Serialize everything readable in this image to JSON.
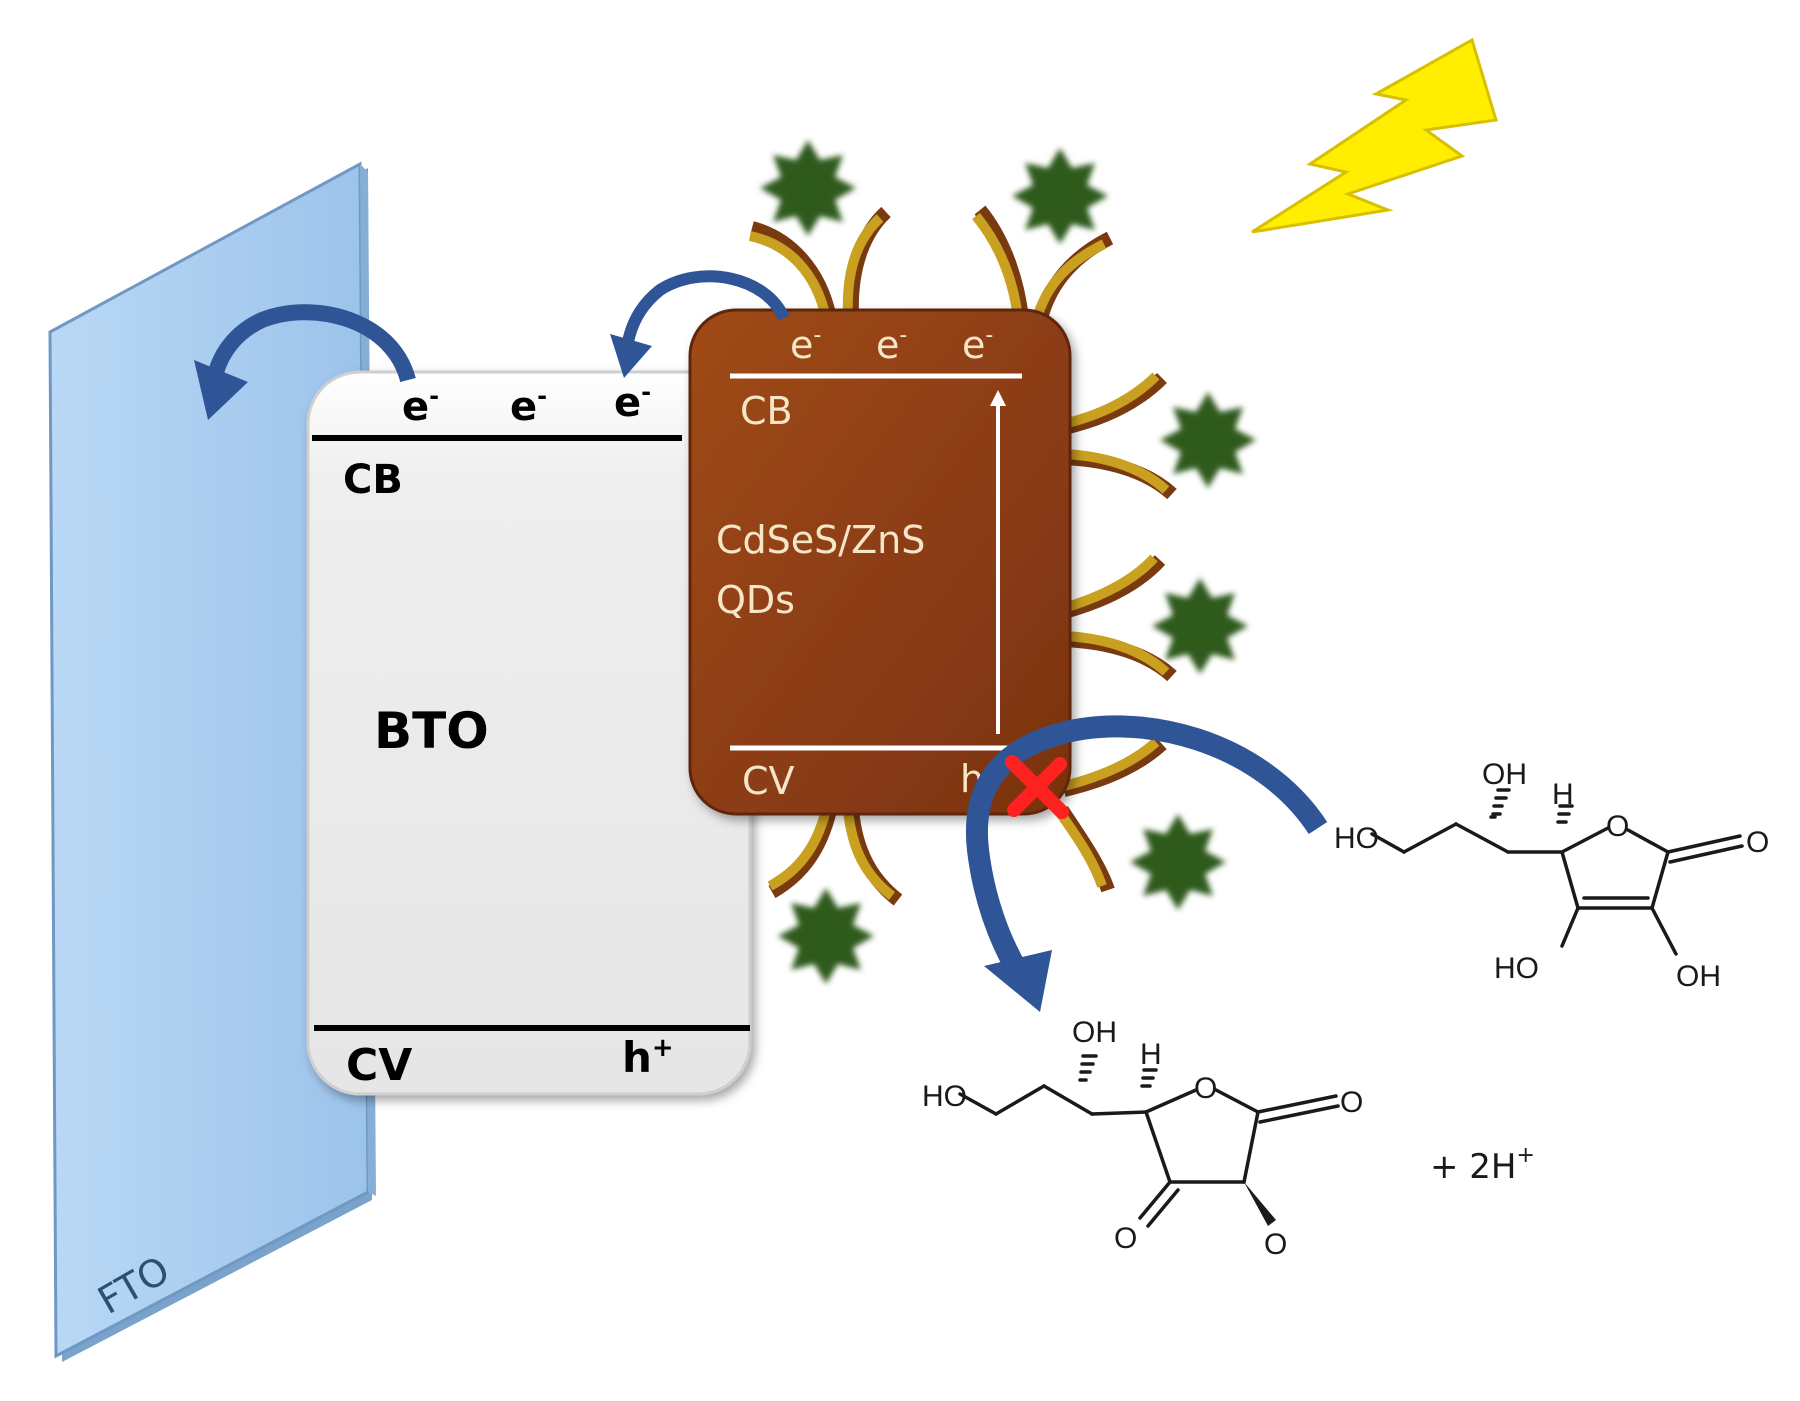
{
  "fto": {
    "label": "FTO"
  },
  "bto": {
    "name": "BTO",
    "cb_label": "CB",
    "vb_label": "CV",
    "electrons": [
      "e",
      "e",
      "e"
    ],
    "electron_charge": "-",
    "hole": "h",
    "hole_charge": "+"
  },
  "qd": {
    "name_line1": "CdSeS/ZnS",
    "name_line2": "QDs",
    "cb_label": "CB",
    "vb_label": "CV",
    "electrons": [
      "e",
      "e",
      "e"
    ],
    "electron_charge": "-",
    "hole": "h",
    "hole_charge": "+"
  },
  "reactant": {
    "oh_top": "OH",
    "h_label": "H",
    "ho_left": "HO",
    "ring_o": "O",
    "carbonyl_o": "O",
    "ho_bottom": "HO",
    "oh_bottom": "OH"
  },
  "product": {
    "oh_top": "OH",
    "h_label": "H",
    "ho_left": "HO",
    "ring_o": "O",
    "carbonyl_o": "O",
    "keto_o1": "O",
    "keto_o2": "O"
  },
  "byproduct": {
    "text": "+ 2H",
    "charge": "+"
  },
  "colors": {
    "fto": "#a9cdef",
    "bto": "#ebebeb",
    "qd": "#8b3c12",
    "ligand": "#c9a020",
    "star": "#2f5a1e",
    "arrow": "#2f5597",
    "lightning": "#ffee00",
    "cross": "#ff2020"
  }
}
